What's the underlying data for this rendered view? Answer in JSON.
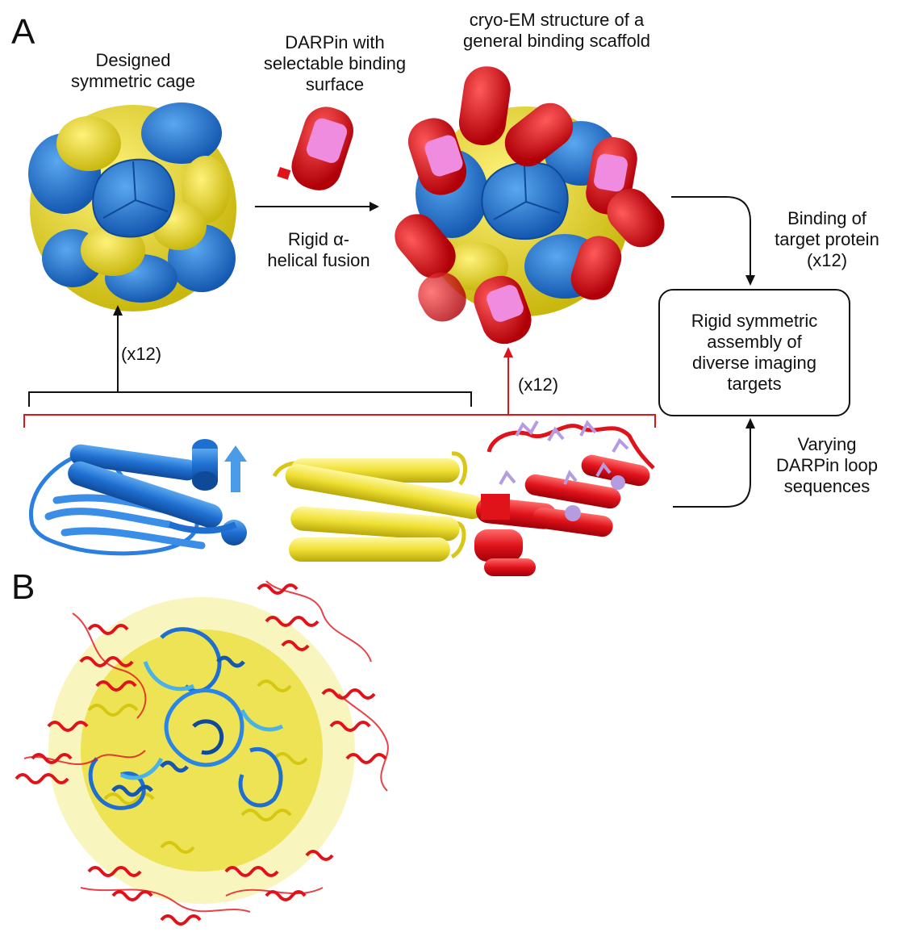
{
  "panels": {
    "a": "A",
    "b": "B"
  },
  "labels": {
    "cage": "Designed\nsymmetric cage",
    "darpin": "DARPin with\nselectable binding\nsurface",
    "scaffold": "cryo-EM structure of a\ngeneral binding scaffold",
    "fusion": "Rigid α-\nhelical fusion",
    "binding": "Binding of\ntarget protein\n(x12)",
    "assembly": "Rigid symmetric\nassembly of\ndiverse imaging\ntargets",
    "varying": "Varying\nDARPin loop\nsequences",
    "x12_left": "(x12)",
    "x12_right": "(x12)"
  },
  "colors": {
    "blue": "#1f6fd1",
    "light_blue": "#4a9be8",
    "yellow": "#f0e236",
    "red": "#e0131b",
    "pink": "#f08ce0",
    "lavender": "#b59ce0",
    "bracket_black": "#111111",
    "bracket_red": "#e0131b"
  }
}
